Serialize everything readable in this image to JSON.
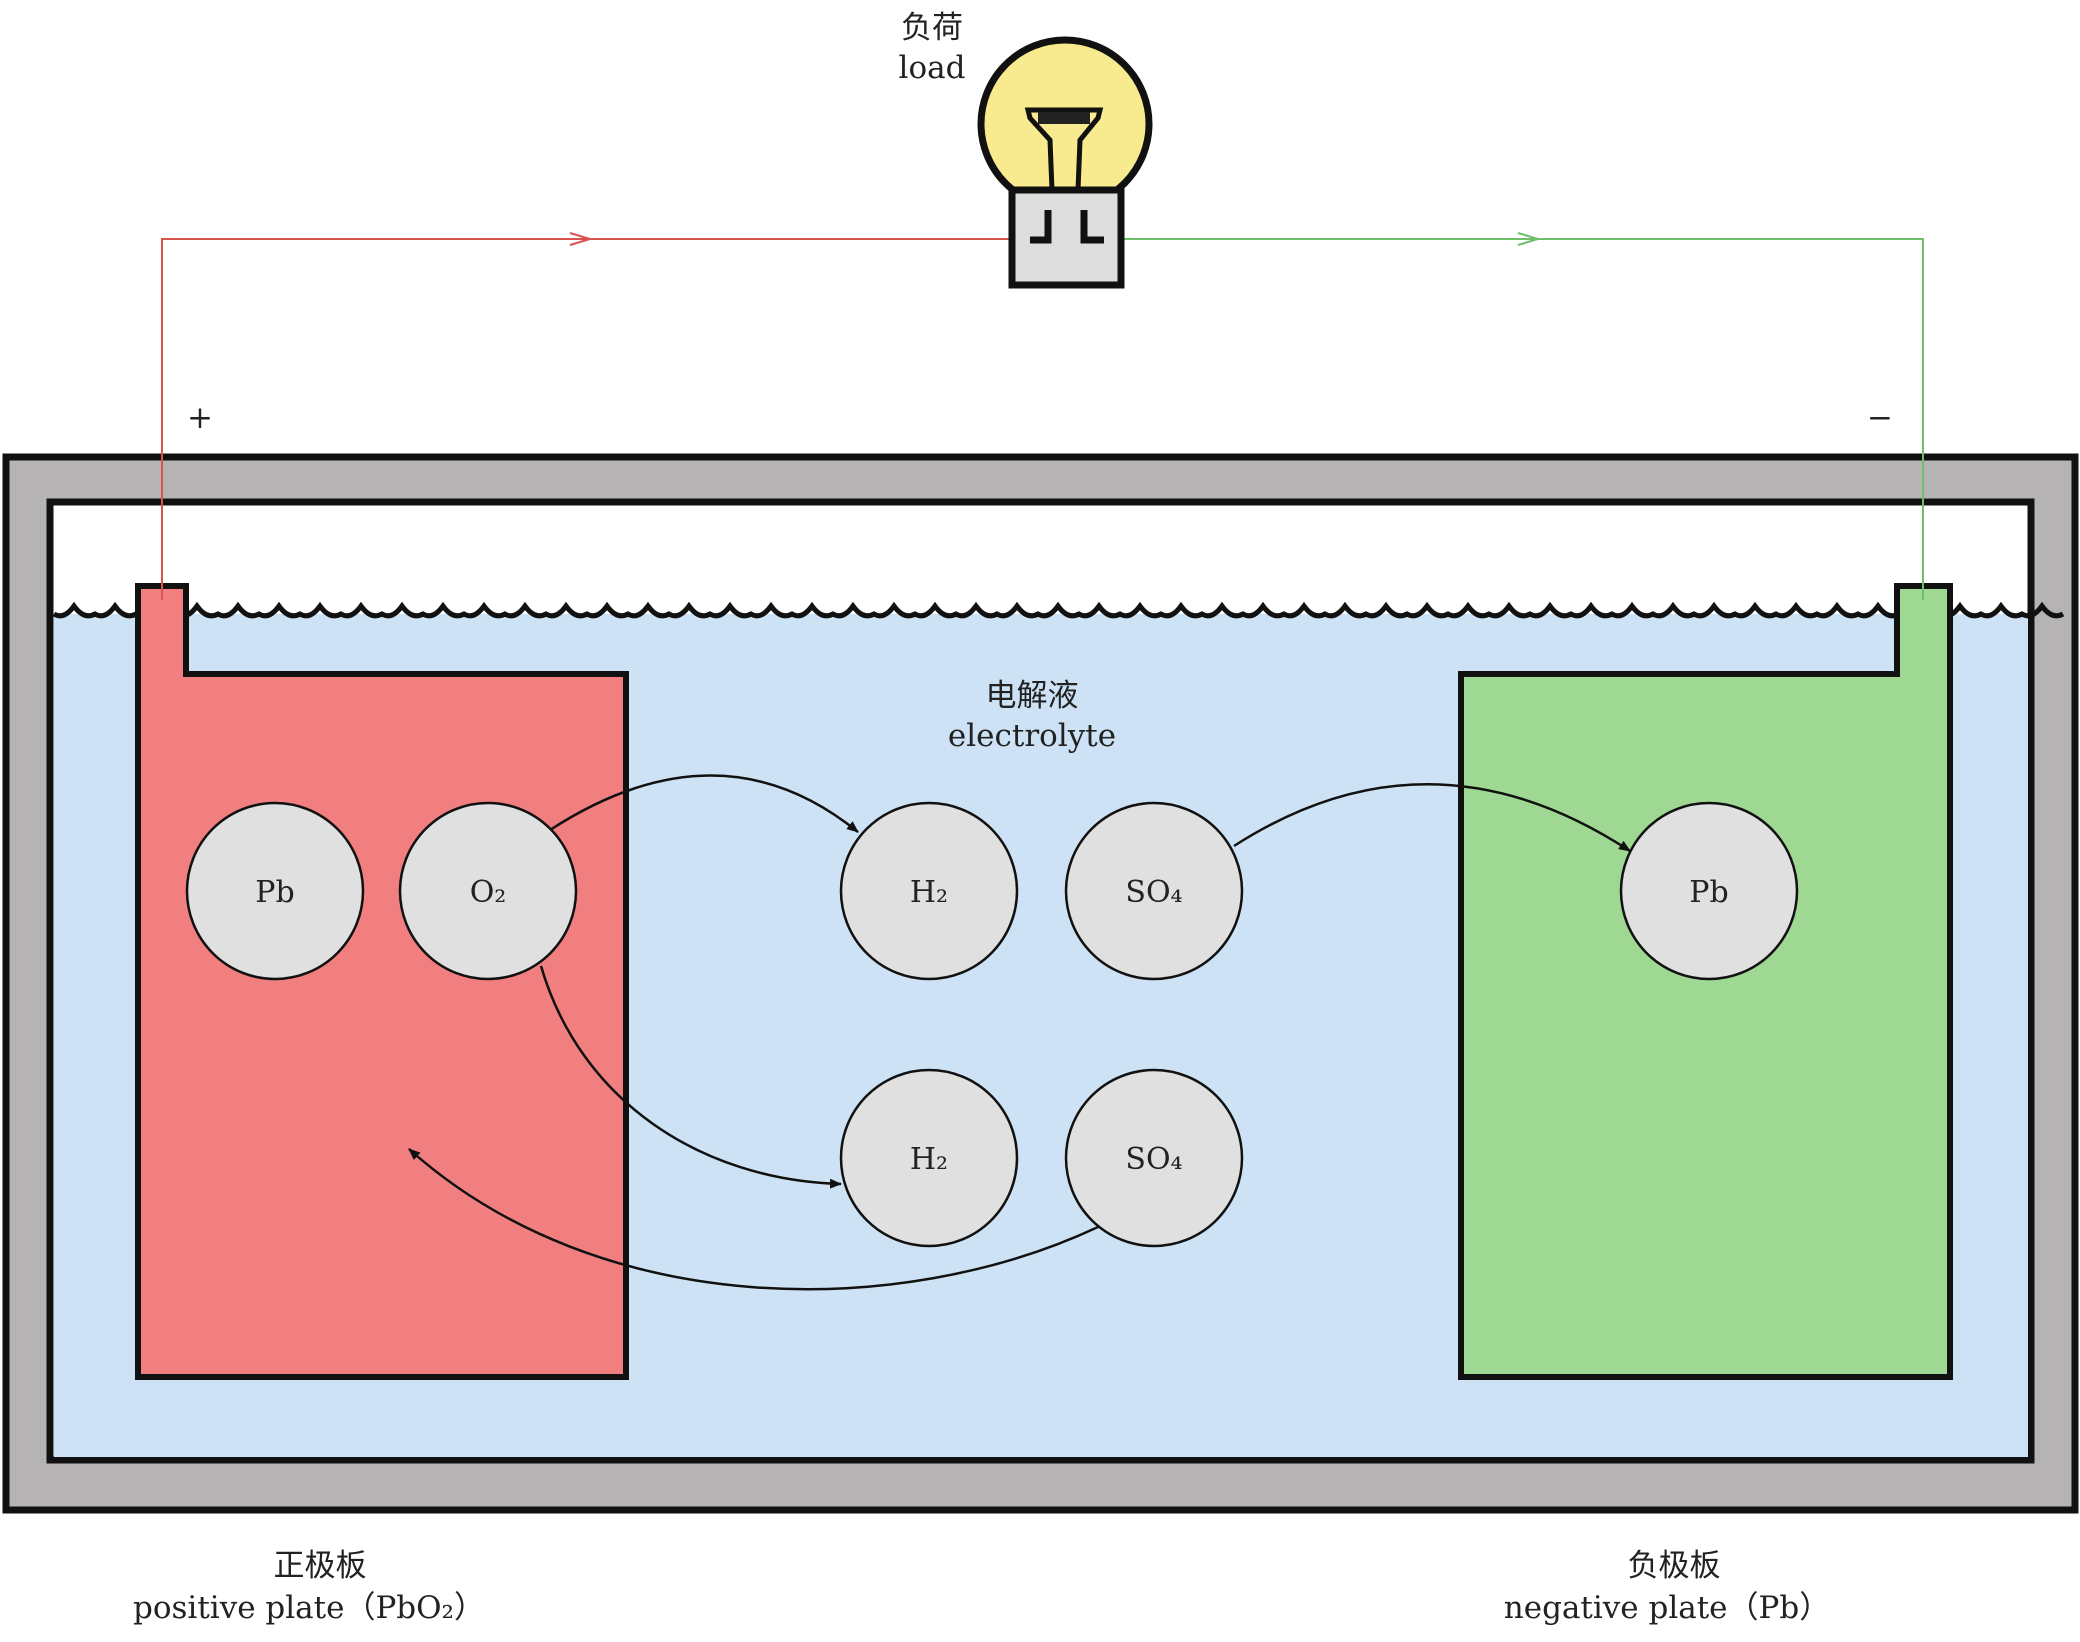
{
  "load": {
    "label_cn": "负荷",
    "label_en": "load"
  },
  "terminals": {
    "positive": "+",
    "negative": "−"
  },
  "electrolyte": {
    "label_cn": "电解液",
    "label_en": "electrolyte"
  },
  "positive_plate": {
    "label_cn": "正极板",
    "label_en": "positive plate（PbO₂）"
  },
  "negative_plate": {
    "label_cn": "负极板",
    "label_en": "negative plate（Pb）"
  },
  "molecules": {
    "pos_pb": "Pb",
    "pos_o2": "O₂",
    "h2_top": "H₂",
    "so4_top": "SO₄",
    "h2_bottom": "H₂",
    "so4_bottom": "SO₄",
    "neg_pb": "Pb"
  },
  "colors": {
    "positive": "#f27f7f",
    "negative": "#9fd892",
    "electrolyte": "#cde3f5",
    "case": "#b5b3b4",
    "bulb": "#f8ea8e",
    "molecule": "#e0e0e0",
    "wire_positive": "#d9534f",
    "wire_negative": "#6fbf6a"
  }
}
